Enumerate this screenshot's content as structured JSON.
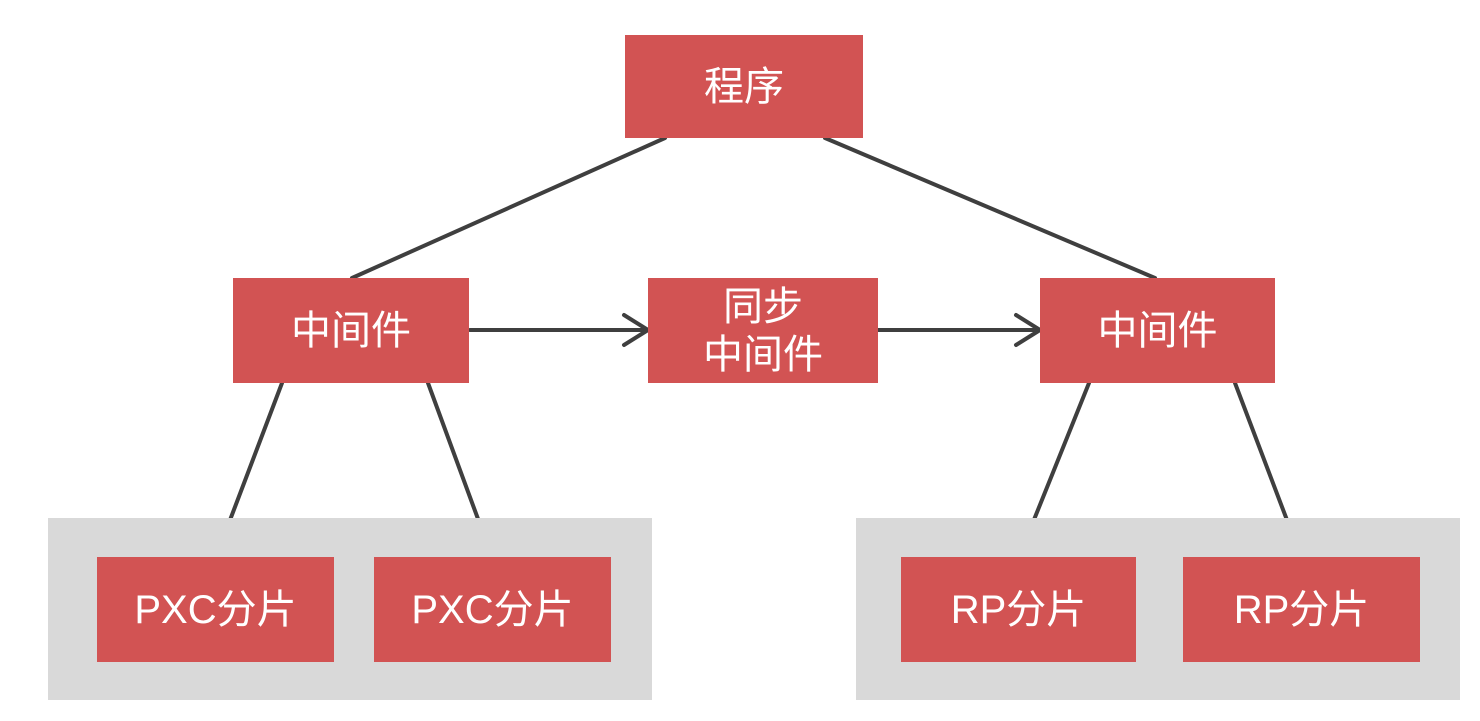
{
  "diagram": {
    "title": "database-sharding-middleware-architecture",
    "nodes": {
      "program": {
        "label": "程序"
      },
      "middleware_left": {
        "label": "中间件"
      },
      "sync_middleware": {
        "label": "同步\n中间件"
      },
      "middleware_right": {
        "label": "中间件"
      },
      "pxc_shard_1": {
        "label": "PXC分片"
      },
      "pxc_shard_2": {
        "label": "PXC分片"
      },
      "rp_shard_1": {
        "label": "RP分片"
      },
      "rp_shard_2": {
        "label": "RP分片"
      }
    },
    "edges": [
      {
        "from": "program",
        "to": "middleware_left",
        "arrow": false
      },
      {
        "from": "program",
        "to": "middleware_right",
        "arrow": false
      },
      {
        "from": "middleware_left",
        "to": "sync_middleware",
        "arrow": true
      },
      {
        "from": "sync_middleware",
        "to": "middleware_right",
        "arrow": true
      },
      {
        "from": "middleware_left",
        "to": "pxc_shard_1",
        "arrow": false
      },
      {
        "from": "middleware_left",
        "to": "pxc_shard_2",
        "arrow": false
      },
      {
        "from": "middleware_right",
        "to": "rp_shard_1",
        "arrow": false
      },
      {
        "from": "middleware_right",
        "to": "rp_shard_2",
        "arrow": false
      }
    ],
    "colors": {
      "node_fill": "#d25353",
      "node_text": "#ffffff",
      "group_fill": "#d9d9d9",
      "connector": "#3f3f3f",
      "background": "#ffffff"
    }
  }
}
